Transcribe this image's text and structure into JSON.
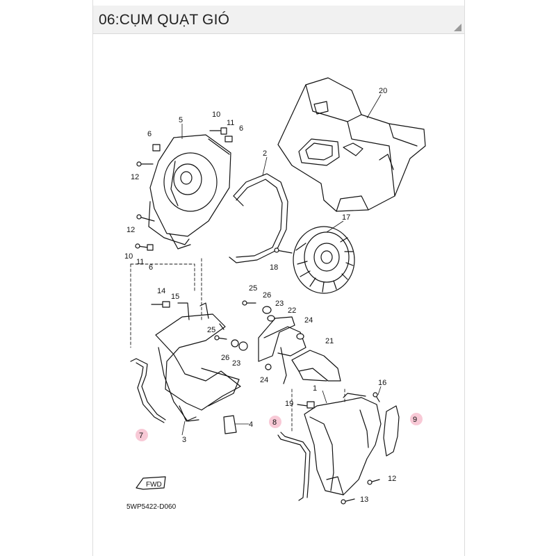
{
  "header": {
    "title": "06:CỤM QUẠT GIÓ"
  },
  "diagram": {
    "code": "5WP5422-D060",
    "fwd": "FWD",
    "highlight_color": "#f6b7c8",
    "labels": [
      "20",
      "10",
      "11",
      "6",
      "5",
      "6",
      "12",
      "2",
      "12",
      "17",
      "10",
      "11",
      "6",
      "18",
      "14",
      "15",
      "25",
      "26",
      "23",
      "22",
      "24",
      "21",
      "25",
      "26",
      "23",
      "24",
      "1",
      "16",
      "19",
      "8",
      "9",
      "7",
      "3",
      "4",
      "12",
      "13"
    ]
  }
}
